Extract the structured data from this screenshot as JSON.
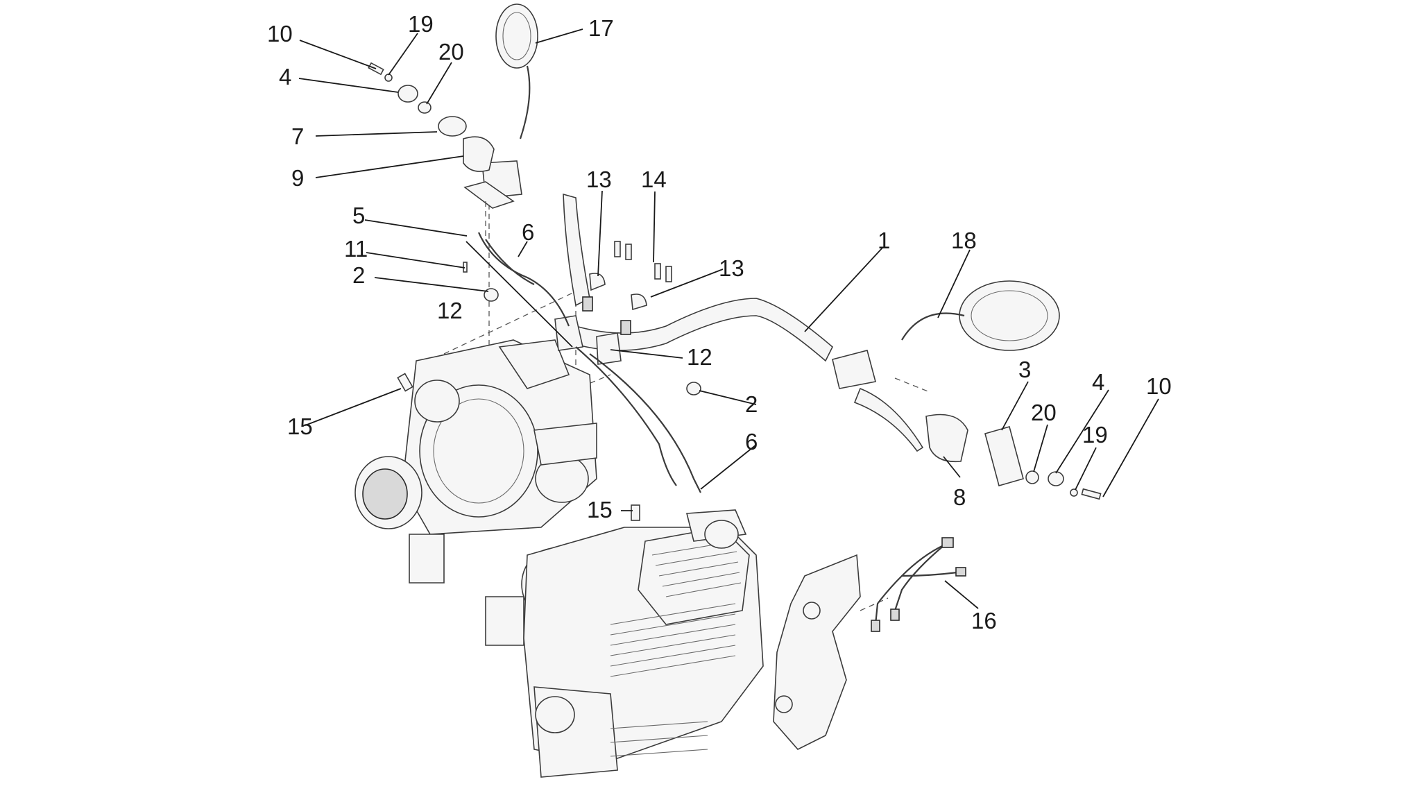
{
  "callouts": [
    {
      "id": "c1",
      "label": "10"
    },
    {
      "id": "c2",
      "label": "19"
    },
    {
      "id": "c3",
      "label": "20"
    },
    {
      "id": "c4",
      "label": "4"
    },
    {
      "id": "c5",
      "label": "7"
    },
    {
      "id": "c6",
      "label": "9"
    },
    {
      "id": "c7",
      "label": "17"
    },
    {
      "id": "c8",
      "label": "13"
    },
    {
      "id": "c9",
      "label": "14"
    },
    {
      "id": "c10",
      "label": "13"
    },
    {
      "id": "c11",
      "label": "1"
    },
    {
      "id": "c12",
      "label": "18"
    },
    {
      "id": "c13",
      "label": "5"
    },
    {
      "id": "c14",
      "label": "6"
    },
    {
      "id": "c15",
      "label": "11"
    },
    {
      "id": "c16",
      "label": "2"
    },
    {
      "id": "c17",
      "label": "12"
    },
    {
      "id": "c18",
      "label": "12"
    },
    {
      "id": "c19",
      "label": "2"
    },
    {
      "id": "c20",
      "label": "15"
    },
    {
      "id": "c21",
      "label": "6"
    },
    {
      "id": "c22",
      "label": "15"
    },
    {
      "id": "c23",
      "label": "3"
    },
    {
      "id": "c24",
      "label": "20"
    },
    {
      "id": "c25",
      "label": "4"
    },
    {
      "id": "c26",
      "label": "19"
    },
    {
      "id": "c27",
      "label": "10"
    },
    {
      "id": "c28",
      "label": "8"
    },
    {
      "id": "c29",
      "label": "16"
    }
  ]
}
